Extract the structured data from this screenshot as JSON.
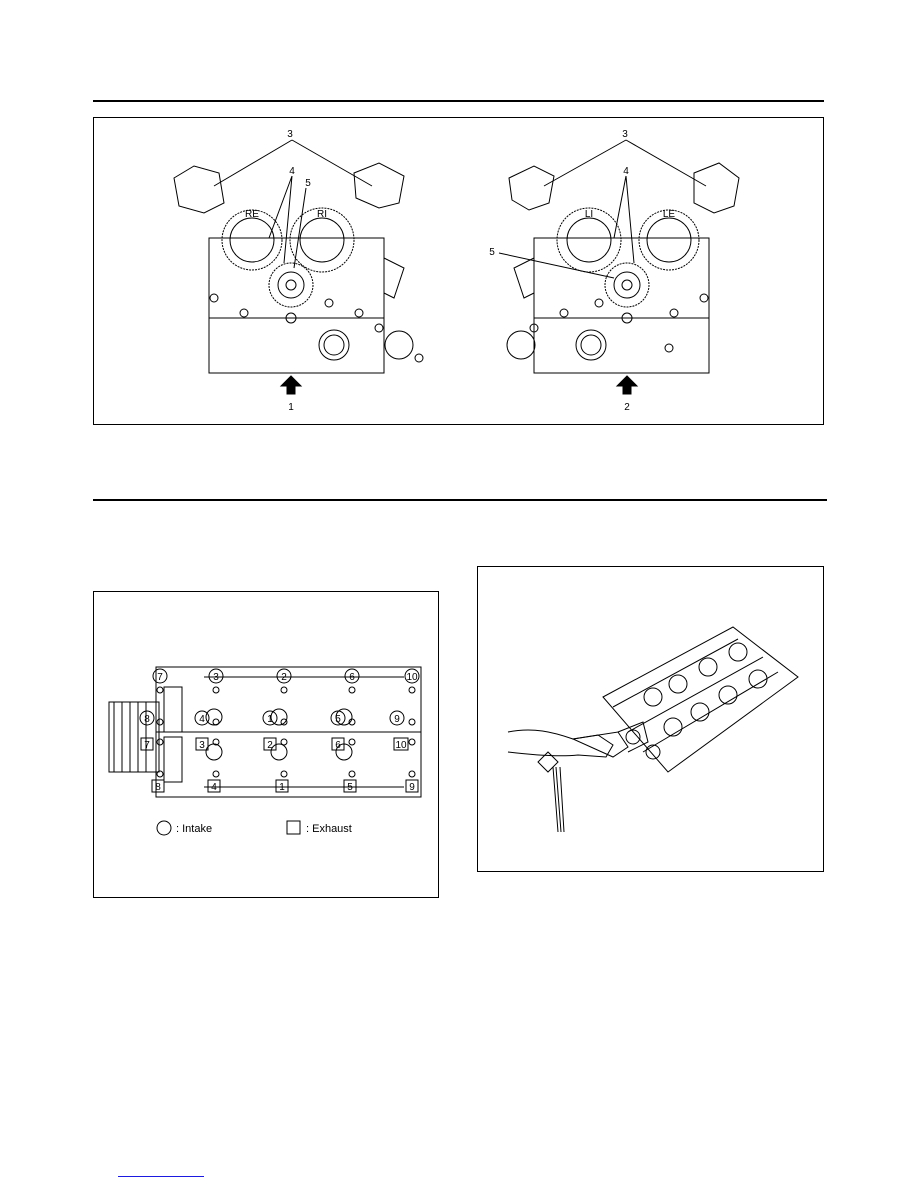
{
  "figure1": {
    "callouts": [
      "3",
      "4",
      "5",
      "3",
      "4",
      "5"
    ],
    "cam_labels_right_head": [
      "RE",
      "RI"
    ],
    "cam_labels_left_head": [
      "LI",
      "LE"
    ],
    "view_numbers": [
      "1",
      "2"
    ]
  },
  "figure2": {
    "intake_numbers_top": [
      "3",
      "2",
      "6"
    ],
    "intake_numbers_mid": [
      "4",
      "1",
      "5",
      "9"
    ],
    "intake_outer": [
      "7",
      "8"
    ],
    "intake_outer_right": [
      "10"
    ],
    "exhaust_numbers_mid": [
      "3",
      "2",
      "6"
    ],
    "exhaust_outer": [
      "7"
    ],
    "exhaust_outer_right": [
      "10"
    ],
    "exhaust_numbers_bottom": [
      "8",
      "4",
      "1",
      "5",
      "9"
    ],
    "legend_intake": ": Intake",
    "legend_exhaust": ": Exhaust"
  },
  "colors": {
    "line": "#000000",
    "link": "#1a1ae0"
  }
}
